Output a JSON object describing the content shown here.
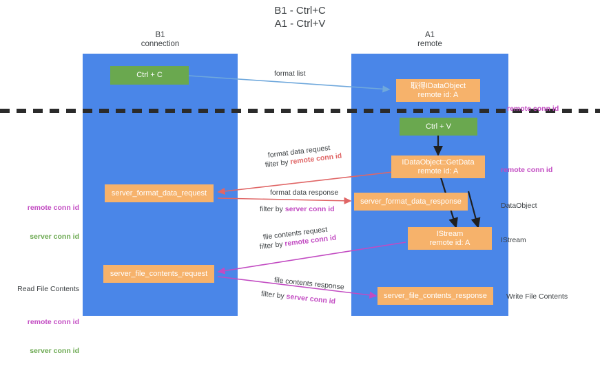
{
  "title": "B1 - Ctrl+C\nA1 - Ctrl+V",
  "columns": {
    "left": {
      "name": "B1",
      "role": "connection",
      "header": "B1\nconnection"
    },
    "right": {
      "name": "A1",
      "role": "remote",
      "header": "A1\nremote"
    }
  },
  "nodes": {
    "ctrl_c": {
      "line1": "Ctrl + C",
      "line2": "",
      "color": "#6aa84f"
    },
    "ctrl_v": {
      "line1": "Ctrl + V",
      "line2": "",
      "color": "#6aa84f"
    },
    "get_idataobject": {
      "line1": "取得IDataObject",
      "line2": "remote id: A",
      "color": "#f6b26b"
    },
    "idataobject_getdata": {
      "line1": "IDataObject::GetData",
      "line2": "remote id: A",
      "color": "#f6b26b"
    },
    "istream": {
      "line1": "IStream",
      "line2": "remote id: A",
      "color": "#f6b26b"
    },
    "server_format_data_request": {
      "line1": "server_format_data_request",
      "line2": "",
      "color": "#f6b26b"
    },
    "server_format_data_response": {
      "line1": "server_format_data_response",
      "line2": "",
      "color": "#f6b26b"
    },
    "server_file_contents_request": {
      "line1": "server_file_contents_request",
      "line2": "",
      "color": "#f6b26b"
    },
    "server_file_contents_response": {
      "line1": "server_file_contents_response",
      "line2": "",
      "color": "#f6b26b"
    }
  },
  "edges": {
    "format_list": {
      "label": "format list"
    },
    "format_data_request": {
      "label": "format data request",
      "filter_prefix": "filter by ",
      "filter_key": "remote conn id"
    },
    "format_data_response": {
      "label": "format data response",
      "filter_prefix": "filter by ",
      "filter_key": "server conn id"
    },
    "file_contents_request": {
      "label": "file contents request",
      "filter_prefix": "filter by ",
      "filter_key": "remote conn id"
    },
    "file_contents_response": {
      "label": "file contents response",
      "filter_prefix": "filter by ",
      "filter_key": "server conn id"
    }
  },
  "annotations": {
    "left_mid": {
      "remote": "remote conn id",
      "server": "server conn id"
    },
    "left_low": {
      "heading": "Read File Contents",
      "remote": "remote conn id",
      "server": "server conn id"
    },
    "right_top": {
      "remote": "remote conn id"
    },
    "right_mid": {
      "remote": "remote conn id",
      "subject": "DataObject"
    },
    "right_istream": {
      "subject": "IStream"
    },
    "right_write": {
      "subject": "Write File Contents"
    }
  },
  "colors": {
    "lane": "#4a86e8",
    "green_node": "#6aa84f",
    "orange_node": "#f6b26b",
    "magenta": "#c24bc2",
    "red": "#e06666",
    "green_text": "#6aa84f",
    "light_blue_arrow": "#6fa8dc",
    "black": "#2b2b2b",
    "text": "#3c4043",
    "background": "#ffffff"
  }
}
